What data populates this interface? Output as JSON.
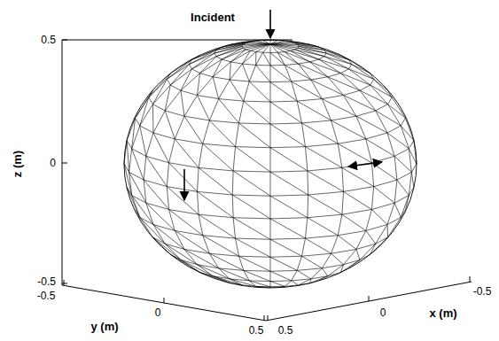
{
  "diagram": {
    "labels": [
      "Incident",
      "0.5",
      "0",
      "z (m)",
      "-0.5",
      "-0.5",
      "0",
      "y (m)",
      "0.5",
      "0.5",
      "0",
      "x (m)",
      "-0.5"
    ]
  }
}
